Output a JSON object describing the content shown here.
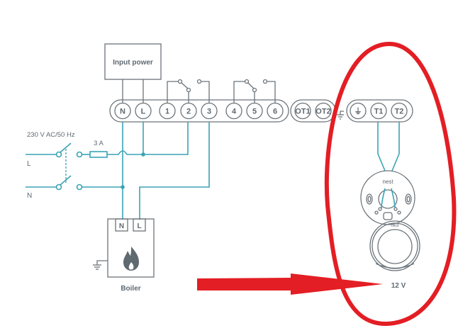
{
  "diagram": {
    "input_power_label": "Input power",
    "supply_label": "230 V AC/50 Hz",
    "fuse_label": "3 A",
    "live_label": "L",
    "neutral_label": "N",
    "main_terminals": [
      "N",
      "L",
      "1",
      "2",
      "3",
      "4",
      "5",
      "6"
    ],
    "ot_terminals": [
      "OT1",
      "OT2"
    ],
    "thermostat_terminals": [
      "⏚",
      "T1",
      "T2"
    ],
    "boiler_terminals": [
      "N",
      "L"
    ],
    "boiler_label": "Boiler",
    "base_brand": "nest",
    "display_brand": "nest",
    "voltage_label": "12 V"
  },
  "annotations": {
    "highlight": "red ellipse around thermostat connection",
    "arrow": "red arrow pointing to 12 V"
  },
  "colors": {
    "wire": "#3aa3b5",
    "outline": "#6c747a",
    "text": "#5f6970",
    "annotation": "#e31e24"
  }
}
